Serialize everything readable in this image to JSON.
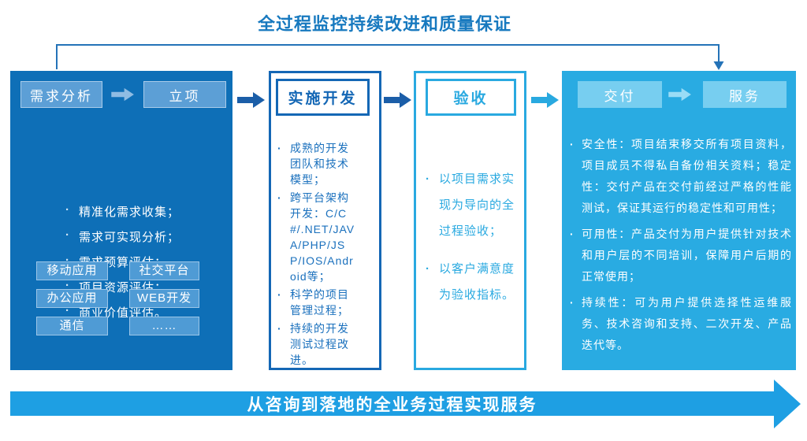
{
  "title": "全过程监控持续改进和质量保证",
  "banner": {
    "label": "从咨询到落地的全业务过程实现服务"
  },
  "colors": {
    "title_blue": "#1779BF",
    "stage1_bg": "#0E6FB7",
    "stage2_border": "#1467B5",
    "stage3_border": "#29A9E0",
    "stage4_bg": "#29ABE2",
    "dark_arrow": "#1B5EA8",
    "cyan_arrow": "#29A9E0",
    "banner_bg": "#1E9FE3"
  },
  "stage1": {
    "step_requirements": "需求分析",
    "step_initiation": "立项",
    "bullets": [
      "精准化需求收集；",
      "需求可实现分析；",
      "需求预算评估；",
      "项目资源评估；",
      "商业价值评估。"
    ],
    "tags": [
      "移动应用",
      "社交平台",
      "办公应用",
      "WEB开发",
      "通信",
      "……"
    ]
  },
  "stage2": {
    "title": "实施开发",
    "bullets": [
      "成熟的开发团队和技术模型；",
      "跨平台架构开发：C/C#/.NET/JAVA/PHP/JSP/IOS/Android等；",
      "科学的项目管理过程；",
      "持续的开发测试过程改进。"
    ]
  },
  "stage3": {
    "title": "验收",
    "bullets": [
      "以项目需求实现为导向的全过程验收；",
      "以客户满意度为验收指标。"
    ]
  },
  "stage4": {
    "step_delivery": "交付",
    "step_service": "服务",
    "bullets": [
      "安全性：项目结束移交所有项目资料，项目成员不得私自备份相关资料；稳定性：交付产品在交付前经过严格的性能测试，保证其运行的稳定性和可用性；",
      "可用性：产品交付为用户提供针对技术和用户层的不同培训，保障用户后期的正常使用；",
      "持续性：可为用户提供选择性运维服务、技术咨询和支持、二次开发、产品迭代等。"
    ]
  }
}
